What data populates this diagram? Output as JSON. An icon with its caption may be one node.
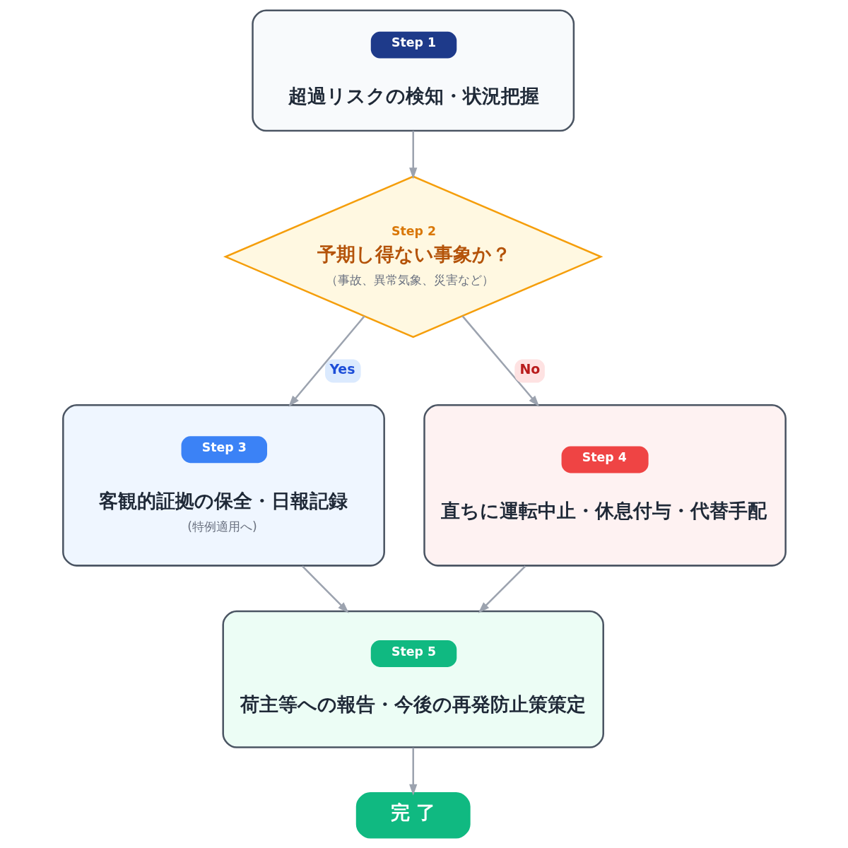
{
  "diagram": {
    "nodes": [
      {
        "text": [
          "Step 1",
          "超過リスクの検知・状況把握"
        ]
      },
      {
        "text": [
          "Step 2",
          "予期し得ない事象か？",
          "（事故、異常気象、災害など）"
        ]
      },
      {
        "text": [
          "Step 3",
          "客観的証拠の保全・日報記録",
          "(特例適用へ)"
        ]
      },
      {
        "text": [
          "Step 4",
          "直ちに運転中止・休息付与・代替手配"
        ]
      },
      {
        "text": [
          "Step 5",
          "荷主等への報告・今後の再発防止策策定"
        ]
      },
      {
        "text": [
          "完 了"
        ]
      }
    ],
    "edges": [
      {
        "from": 0,
        "to": 1,
        "arrow": "to"
      },
      {
        "from": 1,
        "to": 2,
        "arrow": "to",
        "label": "Yes"
      },
      {
        "from": 1,
        "to": 3,
        "arrow": "to",
        "label": "No"
      },
      {
        "from": 2,
        "to": 4,
        "arrow": "to"
      },
      {
        "from": 3,
        "to": 4,
        "arrow": "to"
      },
      {
        "from": 4,
        "to": 5,
        "arrow": "to"
      }
    ]
  }
}
